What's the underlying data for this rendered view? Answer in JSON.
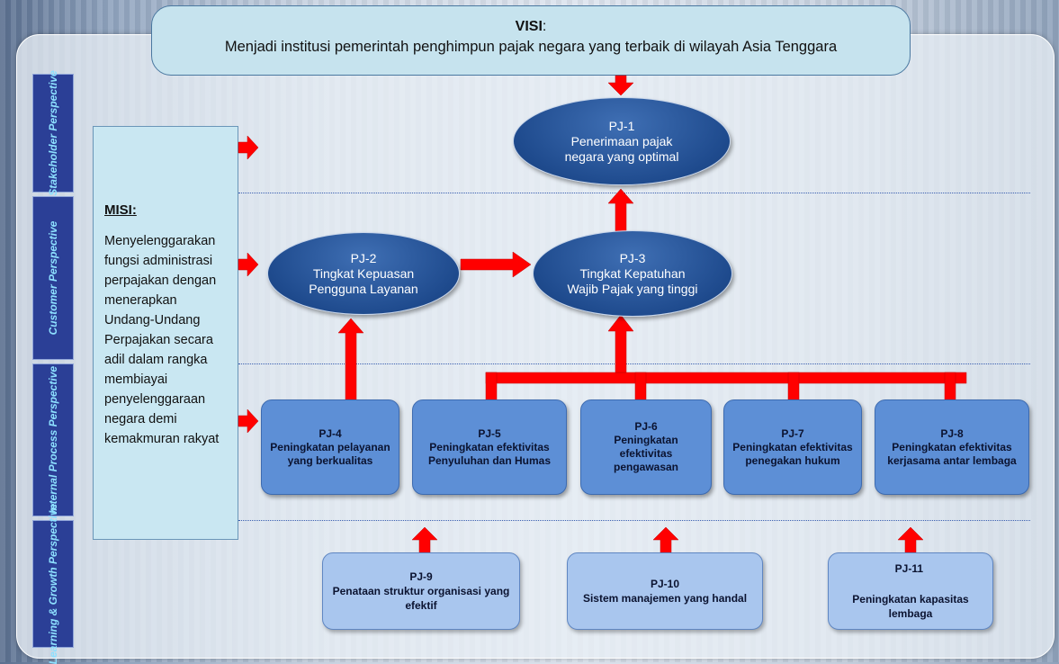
{
  "visi": {
    "label": "VISI",
    "text": "Menjadi institusi pemerintah penghimpun pajak negara yang terbaik di wilayah Asia Tenggara"
  },
  "perspectives": [
    "Stakeholder Perspective",
    "Customer Perspective",
    "Internal Process Perspective",
    "Learning & Growth Perspective"
  ],
  "misi": {
    "title": "MISI:",
    "text": "Menyelenggarakan fungsi administrasi perpajakan dengan menerapkan Undang-Undang Perpajakan secara adil dalam rangka membiayai penyelenggaraan negara demi kemakmuran rakyat"
  },
  "objectives": {
    "pj1": {
      "id": "PJ-1",
      "text": "Penerimaan pajak negara yang optimal"
    },
    "pj2": {
      "id": "PJ-2",
      "text": "Tingkat Kepuasan Pengguna Layanan"
    },
    "pj3": {
      "id": "PJ-3",
      "text": "Tingkat Kepatuhan Wajib Pajak yang tinggi"
    },
    "pj4": {
      "id": "PJ-4",
      "text": "Peningkatan pelayanan yang berkualitas"
    },
    "pj5": {
      "id": "PJ-5",
      "text": "Peningkatan efektivitas Penyuluhan dan Humas"
    },
    "pj6": {
      "id": "PJ-6",
      "text": "Peningkatan efektivitas pengawasan"
    },
    "pj7": {
      "id": "PJ-7",
      "text": "Peningkatan efektivitas penegakan hukum"
    },
    "pj8": {
      "id": "PJ-8",
      "text": "Peningkatan efektivitas kerjasama antar lembaga"
    },
    "pj9": {
      "id": "PJ-9",
      "text": "Penataan struktur organisasi yang efektif"
    },
    "pj10": {
      "id": "PJ-10",
      "text": "Sistem manajemen yang handal"
    },
    "pj11": {
      "id": "PJ-11",
      "text": "Peningkatan kapasitas lembaga"
    }
  },
  "colors": {
    "arrow": "#ff0000",
    "ellipse": "#1f4b8e",
    "process_box": "#5d8fd6",
    "learning_box": "#a9c6ee",
    "perspective_bar": "#2b3f96"
  }
}
